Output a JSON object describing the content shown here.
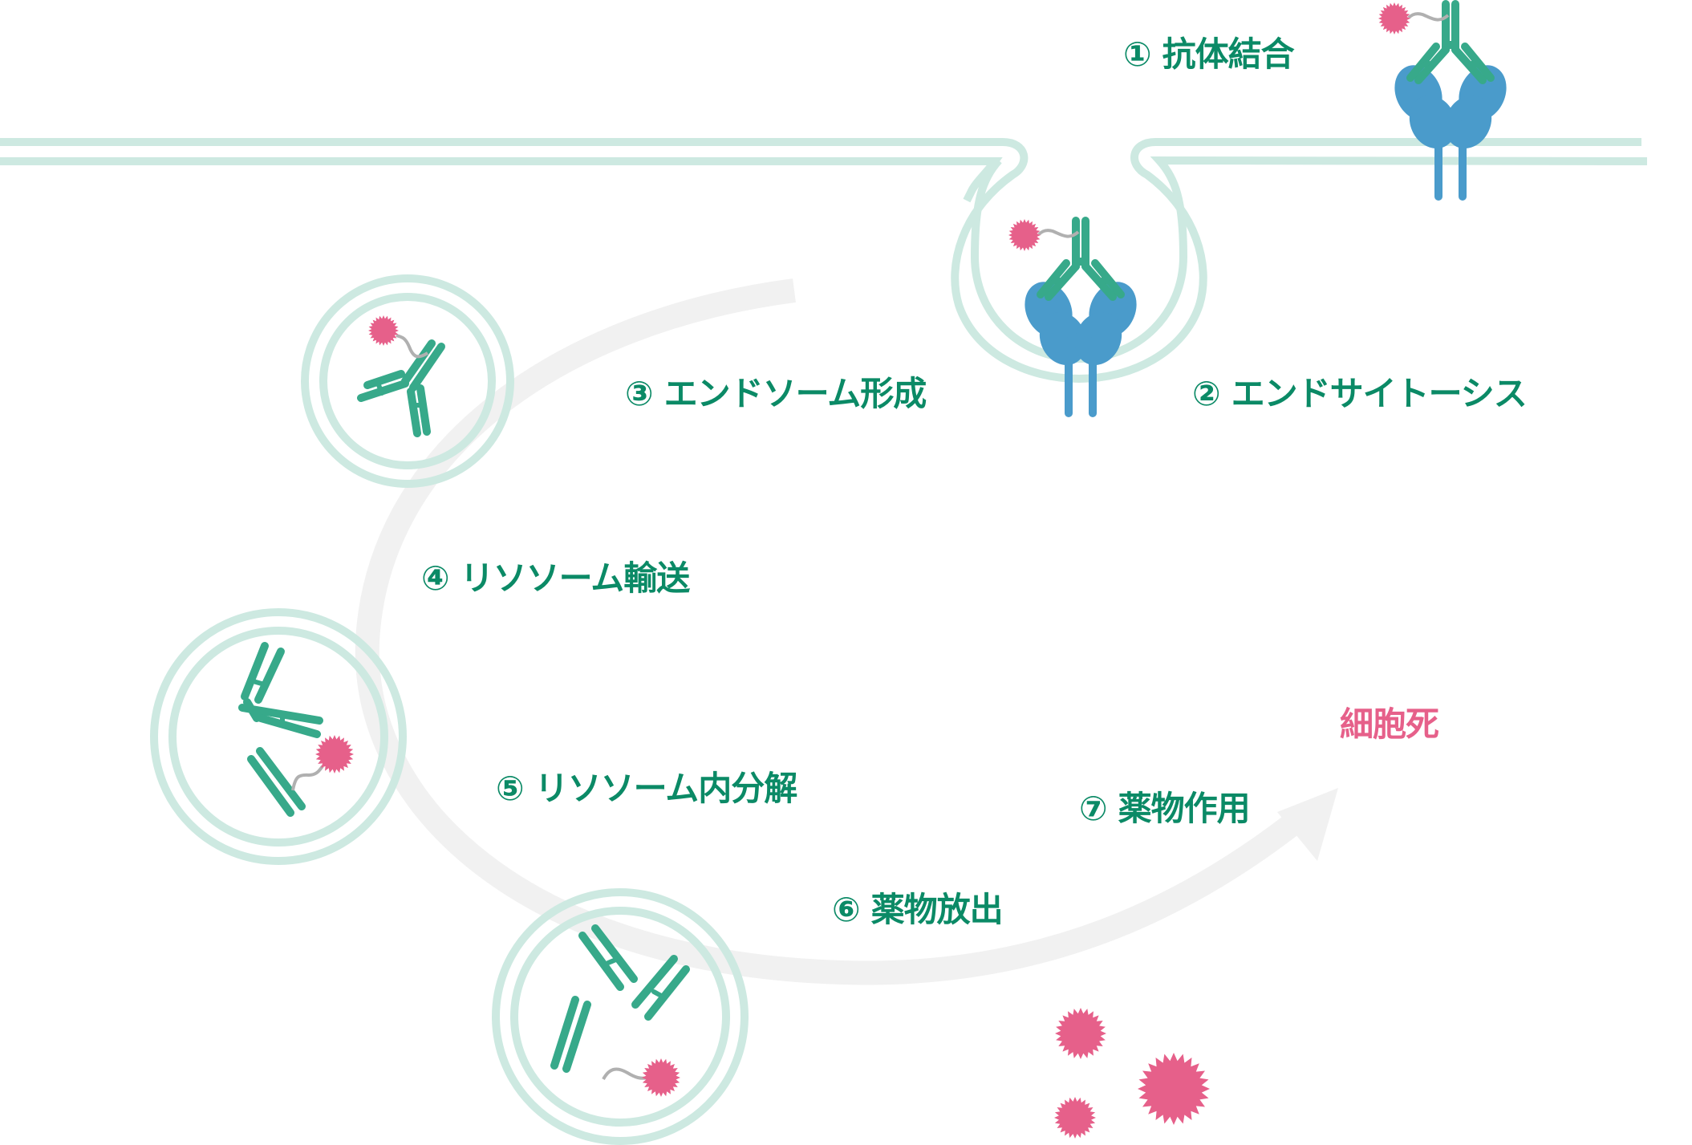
{
  "colors": {
    "label_green": "#0b8a66",
    "antibody_green": "#37a98a",
    "receptor_blue": "#4a9bcb",
    "payload_pink": "#e6608a",
    "linker_gray": "#b0b0b0",
    "membrane": "#cde9e1",
    "flow_arrow": "#f1f1f1"
  },
  "steps": [
    {
      "number": "①",
      "text": "抗体結合"
    },
    {
      "number": "②",
      "text": "エンドサイトーシス"
    },
    {
      "number": "③",
      "text": "エンドソーム形成"
    },
    {
      "number": "④",
      "text": "リソソーム輸送"
    },
    {
      "number": "⑤",
      "text": "リソソーム内分解"
    },
    {
      "number": "⑥",
      "text": "薬物放出"
    },
    {
      "number": "⑦",
      "text": "薬物作用"
    }
  ],
  "outcome": {
    "text": "細胞死"
  },
  "icons": {
    "antibody": "antibody-icon",
    "receptor": "receptor-icon",
    "payload": "drug-payload-icon",
    "vesicle": "vesicle-icon",
    "flow": "flow-arrow-icon"
  }
}
